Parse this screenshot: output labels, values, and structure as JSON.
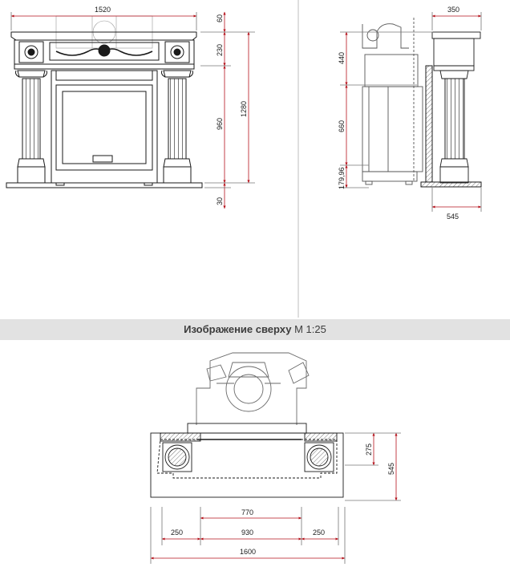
{
  "colors": {
    "dimension": "#b5121b",
    "line": "#1a1a1a",
    "ghost": "#9a9a9a",
    "banner": "#e2e2e2"
  },
  "front_view": {
    "width_label": "1520",
    "heights": {
      "top": "60",
      "frieze": "230",
      "opening": "960",
      "total": "1280",
      "base": "30"
    }
  },
  "side_view": {
    "heights": {
      "upper": "440",
      "middle": "660",
      "lower": "179,96"
    },
    "depth_top": "350",
    "depth_bottom": "545"
  },
  "section_title": {
    "bold": "Изображение сверху",
    "scale": "M 1:25"
  },
  "top_view": {
    "depth_inner": "275",
    "depth_total": "545",
    "inner_width": "770",
    "left_offset": "250",
    "middle_width": "930",
    "right_offset": "250",
    "total_width": "1600"
  }
}
